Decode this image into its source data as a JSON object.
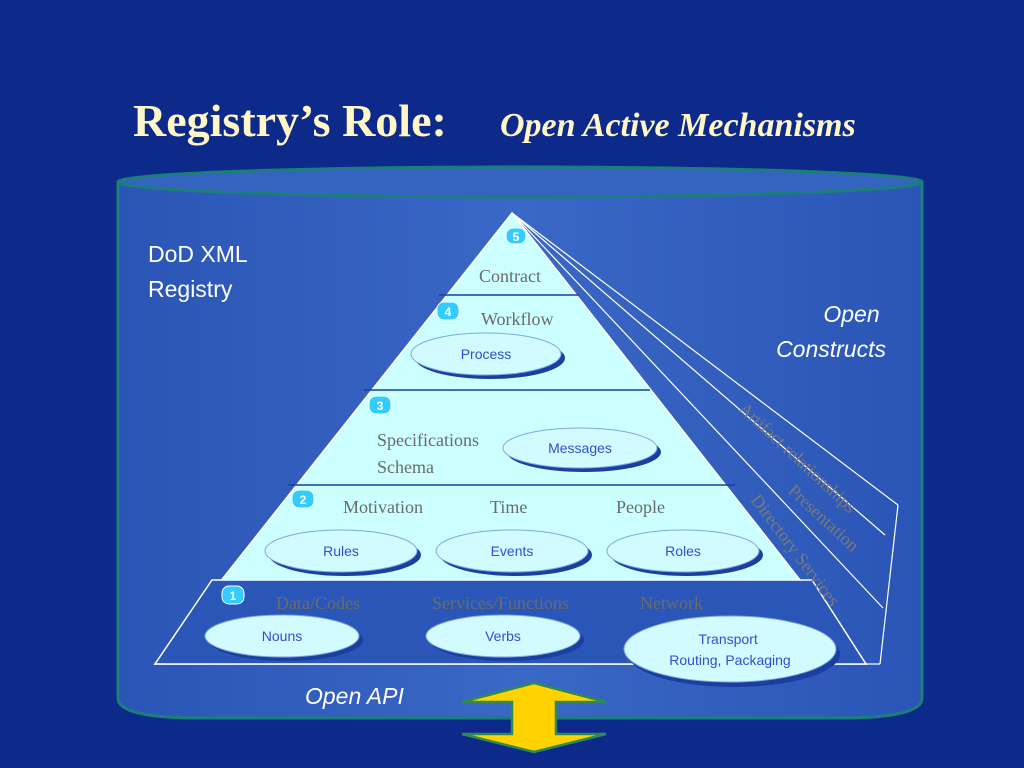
{
  "title": {
    "main": "Registry’s Role:",
    "sub": "Open Active Mechanisms"
  },
  "registry_label": [
    "DoD XML",
    "Registry"
  ],
  "open_constructs": [
    "Open",
    "Constructs"
  ],
  "open_api": "Open API",
  "levels": {
    "level5": {
      "badge": "5",
      "label": "Contract"
    },
    "level4": {
      "badge": "4",
      "label": "Workflow",
      "oval": "Process"
    },
    "level3": {
      "badge": "3",
      "labels": [
        "Specifications",
        "Schema"
      ],
      "oval": "Messages"
    },
    "level2": {
      "badge": "2",
      "labels": [
        "Motivation",
        "Time",
        "People"
      ],
      "ovals": [
        "Rules",
        "Events",
        "Roles"
      ]
    },
    "level1": {
      "badge": "1",
      "labels": [
        "Data/Codes",
        "Services/Functions",
        "Network"
      ],
      "ovals": [
        "Nouns",
        "Verbs"
      ],
      "transport": [
        "Transport",
        "Routing, Packaging"
      ]
    }
  },
  "side_labels": [
    "Artifact relationships",
    "Presentation",
    "Directory Services"
  ],
  "colors": {
    "background": "#0d2a8a",
    "cylinder": "#2a56b8",
    "cylinder_rim": "#1a7f7a",
    "pyramid": "#ccffff",
    "oval": "#d2fbff",
    "badge": "#33ccff",
    "title": "#fff7c8",
    "arrow": "#ffd200",
    "arrow_outline": "#2e8b57"
  }
}
